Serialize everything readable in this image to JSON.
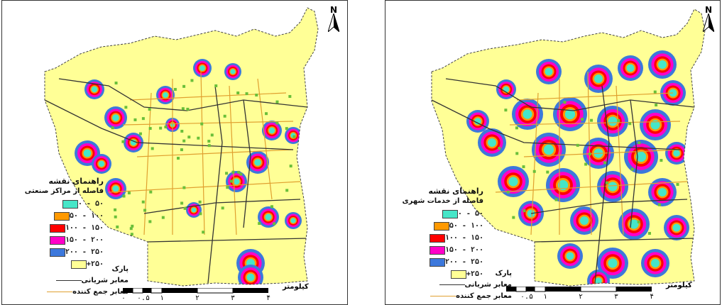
{
  "colors": {
    "background": "#ffff96",
    "class_0_50": "#46e6c8",
    "class_50_100": "#ff9900",
    "class_100_150": "#ff0000",
    "class_150_200": "#ff00c8",
    "class_200_250": "#3c78dc",
    "class_250_plus": "#ffff96",
    "park": "#6abf3a",
    "arterial": "#333333",
    "collector": "#e0a030"
  },
  "north_label": "N",
  "left_map": {
    "legend_title": "راهنمای نقشه",
    "legend_subtitle": "فاصله از مراکز صنعتی",
    "classes": [
      "۰ - ۵۰",
      "۵۰ - ۱۰۰",
      "۱۰۰ - ۱۵۰",
      "۱۵۰ - ۲۰۰",
      "۲۰۰ - ۲۵۰",
      "+۲۵۰"
    ],
    "park_label": "پارک",
    "arterial_label": "معابر شریانی",
    "collector_label": "معابر جمع کننده",
    "scale_unit": "کیلومتر",
    "scale_ticks": [
      "۰",
      "۰.۵",
      "۱",
      "۲",
      "۳",
      "۴"
    ]
  },
  "right_map": {
    "legend_title": "راهنمای نقشه",
    "legend_subtitle": "فاصله از خدمات شهری",
    "classes": [
      "۰ - ۵۰",
      "۵۰ - ۱۰۰",
      "۱۰۰ - ۱۵۰",
      "۱۵۰ - ۲۰۰",
      "۲۰۰ - ۲۵۰",
      "+۲۵۰"
    ],
    "park_label": "پارک",
    "arterial_label": "معابر شریانی",
    "collector_label": "معابر جمع کننده",
    "scale_unit": "کیلومتر",
    "scale_ticks": [
      "۰",
      "۰.۵",
      "۱",
      "۲",
      "۳",
      "۴"
    ]
  }
}
